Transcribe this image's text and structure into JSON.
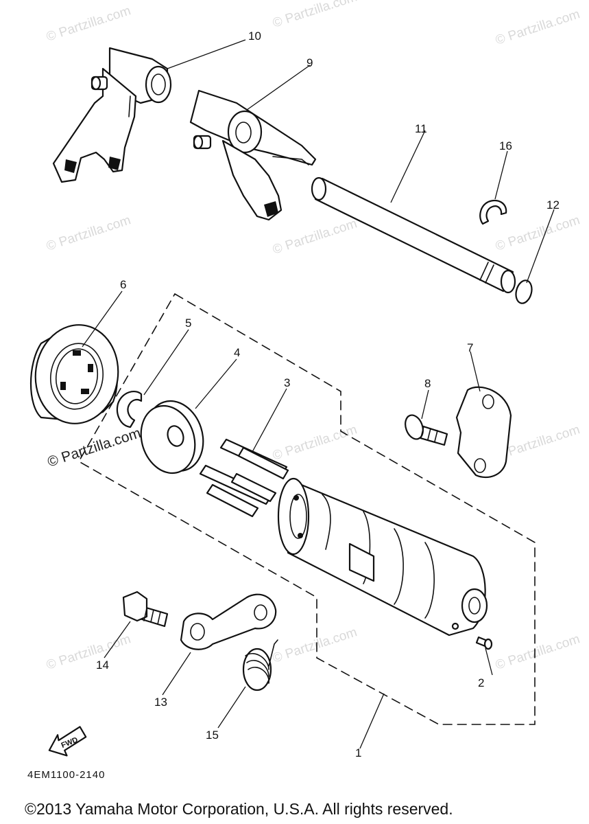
{
  "diagram": {
    "watermark": "© Partzilla.com",
    "reference_code": "4EM1100-2140",
    "fwd_label": "FWD",
    "copyright": "©2013  Yamaha Motor Corporation, U.S.A. All rights reserved.",
    "callouts": {
      "c1": "1",
      "c2": "2",
      "c3": "3",
      "c4": "4",
      "c5": "5",
      "c6": "6",
      "c7": "7",
      "c8": "8",
      "c9": "9",
      "c10": "10",
      "c11": "11",
      "c12": "12",
      "c13": "13",
      "c14": "14",
      "c15": "15",
      "c16": "16"
    }
  }
}
